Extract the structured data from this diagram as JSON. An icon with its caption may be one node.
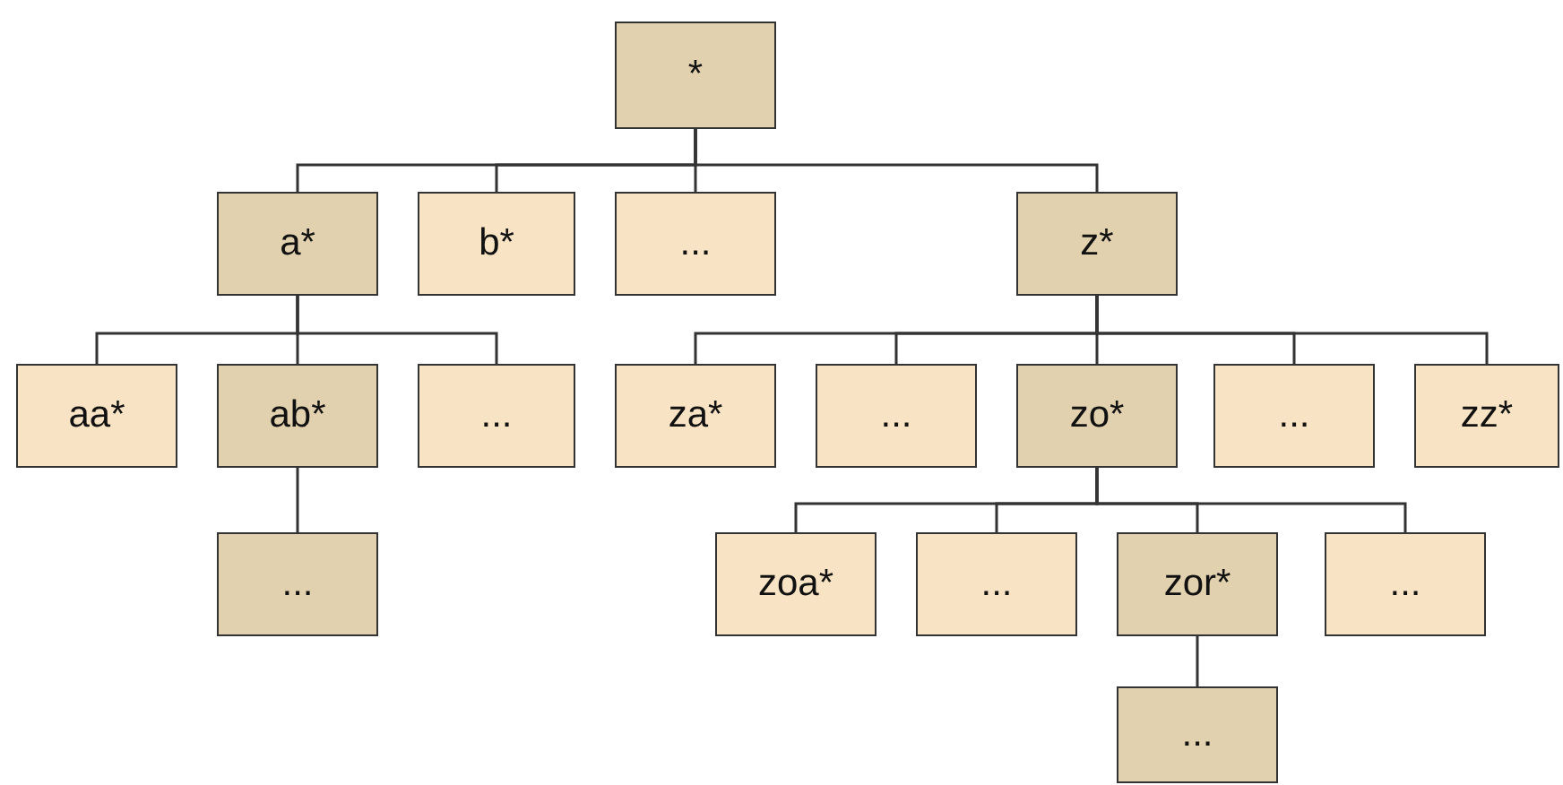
{
  "diagram": {
    "nodes": [
      {
        "text": [
          "*"
        ]
      },
      {
        "text": [
          "a*"
        ]
      },
      {
        "text": [
          "b*"
        ]
      },
      {
        "text": [
          "..."
        ]
      },
      {
        "text": [
          "z*"
        ]
      },
      {
        "text": [
          "aa*"
        ]
      },
      {
        "text": [
          "ab*"
        ]
      },
      {
        "text": [
          "..."
        ]
      },
      {
        "text": [
          "..."
        ]
      },
      {
        "text": [
          "za*"
        ]
      },
      {
        "text": [
          "..."
        ]
      },
      {
        "text": [
          "zo*"
        ]
      },
      {
        "text": [
          "..."
        ]
      },
      {
        "text": [
          "zz*"
        ]
      },
      {
        "text": [
          "zoa*"
        ]
      },
      {
        "text": [
          "..."
        ]
      },
      {
        "text": [
          "zor*"
        ]
      },
      {
        "text": [
          "..."
        ]
      },
      {
        "text": [
          "..."
        ]
      }
    ],
    "edges": [
      {
        "from": 0,
        "to": 1,
        "arrow": "none"
      },
      {
        "from": 0,
        "to": 2,
        "arrow": "none"
      },
      {
        "from": 0,
        "to": 3,
        "arrow": "none"
      },
      {
        "from": 0,
        "to": 4,
        "arrow": "none"
      },
      {
        "from": 1,
        "to": 5,
        "arrow": "none"
      },
      {
        "from": 1,
        "to": 6,
        "arrow": "none"
      },
      {
        "from": 1,
        "to": 7,
        "arrow": "none"
      },
      {
        "from": 6,
        "to": 8,
        "arrow": "none"
      },
      {
        "from": 4,
        "to": 9,
        "arrow": "none"
      },
      {
        "from": 4,
        "to": 10,
        "arrow": "none"
      },
      {
        "from": 4,
        "to": 11,
        "arrow": "none"
      },
      {
        "from": 4,
        "to": 12,
        "arrow": "none"
      },
      {
        "from": 4,
        "to": 13,
        "arrow": "none"
      },
      {
        "from": 11,
        "to": 14,
        "arrow": "none"
      },
      {
        "from": 11,
        "to": 15,
        "arrow": "none"
      },
      {
        "from": 11,
        "to": 16,
        "arrow": "none"
      },
      {
        "from": 11,
        "to": 17,
        "arrow": "none"
      },
      {
        "from": 16,
        "to": 18,
        "arrow": "none"
      }
    ]
  }
}
